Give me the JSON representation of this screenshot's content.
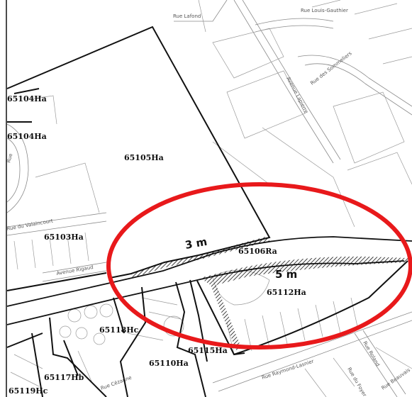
{
  "zones": {
    "z65104ha_a": "65104Ha",
    "z65104ha_b": "65104Ha",
    "z65105ha": "65105Ha",
    "z65103ha": "65103Ha",
    "z65106ra": "65106Ra",
    "z65112ha": "65112Ha",
    "z65118hc": "65118Hc",
    "z65110ha": "65110Ha",
    "z65115ha": "65115Ha",
    "z65117hb": "65117Hb",
    "z65119hc": "65119Hc"
  },
  "streets": {
    "rue_lafond": "Rue Lafond",
    "rue_louis_gauthier": "Rue Louis-Gauthier",
    "rue_des_sommeliers": "Rue des Sommeliers",
    "avenue_lapierre": "Avenue Lapierre",
    "rue_du_valaincourt": "Rue du Valaincourt",
    "avenue_rigaud": "Avenue Rigaud",
    "rue_cezanne": "Rue Cézanne",
    "rue_raymond_lasnier": "Rue Raymond-Lasnier",
    "rue_roland": "Rue Roland",
    "rue_du_foyer": "Rue du Foyer",
    "rue_beauvais": "Rue Beauvais",
    "rue_west_small": "Rue"
  },
  "dimensions": {
    "buffer_north": "3 m",
    "buffer_south": "5 m"
  },
  "colors": {
    "highlight_ellipse": "#e8191b",
    "zone_boundary": "#111111",
    "lot_lines": "#9a9a9a"
  }
}
